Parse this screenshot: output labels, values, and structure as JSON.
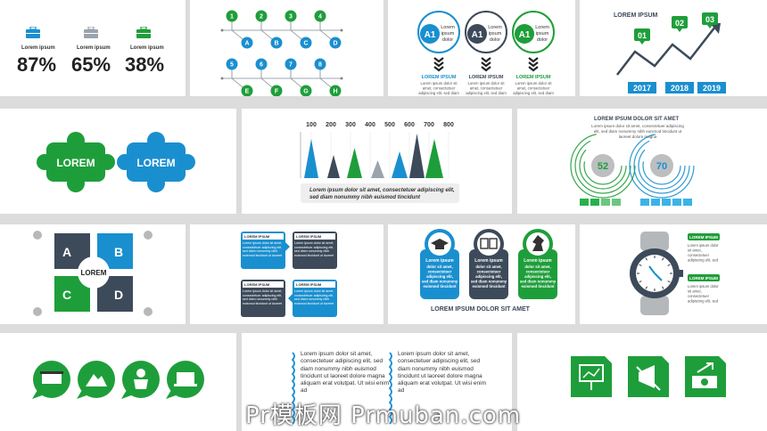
{
  "colors": {
    "green": "#1e9e3a",
    "blue": "#1a8fcf",
    "navy": "#3c4a5a",
    "gray": "#9aa4ad"
  },
  "p1": {
    "items": [
      {
        "label": "Lorem ipsum",
        "value": "87%",
        "icon": "briefcase-icon"
      },
      {
        "label": "Lorem ipsum",
        "value": "65%",
        "icon": "briefcase-icon"
      },
      {
        "label": "Lorem ipsum",
        "value": "38%",
        "icon": "briefcase-icon"
      }
    ]
  },
  "p2": {
    "top": [
      "1",
      "2",
      "3",
      "4"
    ],
    "topLetters": [
      "A",
      "B",
      "C",
      "D"
    ],
    "mid": [
      "5",
      "6",
      "7",
      "8"
    ],
    "bottomLetters": [
      "E",
      "F",
      "G",
      "H"
    ]
  },
  "p3": {
    "circles": [
      {
        "code": "A1",
        "line1": "Lorem",
        "line2": "ipsum",
        "line3": "dolor",
        "title": "LOREM IPSUM",
        "body": "Lorem ipsum dolor sit amet, consectetuer adipiscing elit, sed diam"
      },
      {
        "code": "A1",
        "line1": "Lorem",
        "line2": "ipsum",
        "line3": "dolor",
        "title": "LOREM IPSUM",
        "body": "Lorem ipsum dolor sit amet, consectetuer adipiscing elit, sed diam"
      },
      {
        "code": "A1",
        "line1": "Lorem",
        "line2": "ipsum",
        "line3": "dolor",
        "title": "LOREM IPSUM",
        "body": "Lorem ipsum dolor sit amet, consectetuer adipiscing elit, sed diam"
      }
    ]
  },
  "p4": {
    "title": "LOREM IPSUM",
    "flags": [
      "01",
      "02",
      "03"
    ],
    "years": [
      "2017",
      "2018",
      "2019"
    ]
  },
  "p5": {
    "pieces": [
      "LOREM",
      "LOREM"
    ]
  },
  "p6": {
    "axis": [
      "100",
      "200",
      "300",
      "400",
      "500",
      "600",
      "700",
      "800"
    ],
    "caption1": "Lorem ipsum dolor sit amet, consectetuer adipiscing elit,",
    "caption2": "sed diam nonummy nibh euismod tincidunt"
  },
  "p7": {
    "title": "LOREM IPSUM DOLOR SIT AMET",
    "body": "Lorem ipsum dolor sit amet, consectetuer adipiscing elit, sed diam nonummy nibh euismod tincidunt ut laoreet dolore magna",
    "left": "52",
    "right": "70"
  },
  "p8": {
    "center": "LOREM",
    "letters": [
      "A",
      "B",
      "C",
      "D"
    ]
  },
  "p9": {
    "boxes": [
      {
        "title": "LOREM IPSUM",
        "body": "Lorem ipsum dolor sit amet, consectetuer adipiscing elit, sed diam nonummy nibh euismod tincidunt ut laoreet"
      },
      {
        "title": "LOREM IPSUM",
        "body": "Lorem ipsum dolor sit amet, consectetuer adipiscing elit, sed diam nonummy nibh euismod tincidunt ut laoreet"
      },
      {
        "title": "LOREM IPSUM",
        "body": "Lorem ipsum dolor sit amet, consectetuer adipiscing elit, sed diam nonummy nibh euismod tincidunt ut laoreet"
      },
      {
        "title": "LOREM IPSUM",
        "body": "Lorem ipsum dolor sit amet, consectetuer adipiscing elit, sed diam nonummy nibh euismod tincidunt ut laoreet"
      }
    ]
  },
  "p10": {
    "cards": [
      {
        "title": "Lorem ipsum",
        "body": "dolor sit amet, consectetuer adipiscing elit, sed diam nonummy euismod tincidunt"
      },
      {
        "title": "Lorem ipsum",
        "body": "dolor sit amet, consectetuer adipiscing elit, sed diam nonummy euismod tincidunt"
      },
      {
        "title": "Lorem ipsum",
        "body": "dolor sit amet, consectetuer adipiscing elit, sed diam nonummy euismod tincidunt"
      }
    ],
    "footer": "LOREM IPSUM DOLOR SIT AMET"
  },
  "p11": {
    "items": [
      {
        "title": "LOREM IPSUM",
        "body": "Lorem ipsum dolor sit amet, consectetuer adipiscing elit, sed diam nonummy"
      },
      {
        "title": "LOREM IPSUM",
        "body": "Lorem ipsum dolor sit amet, consectetuer adipiscing elit, sed diam nonummy"
      }
    ]
  },
  "p13": {
    "col1": "Lorem ipsum dolor sit amet, consectetuer adipiscing elit, sed diam nonummy nibh euismod tincidunt ut laoreet dolore magna aliquam erat volutpat. Ut wisi enim ad",
    "col2": "Lorem ipsum dolor sit amet, consectetuer adipiscing elit, sed diam nonummy nibh euismod tincidunt ut laoreet dolore magna aliquam erat volutpat. Ut wisi enim ad"
  },
  "watermark": "Pr模板网 Prmuban.com"
}
